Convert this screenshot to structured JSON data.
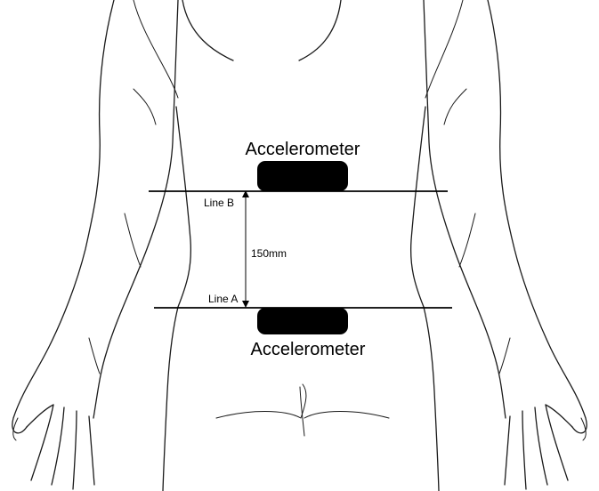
{
  "labels": {
    "sensor_upper": "Accelerometer",
    "sensor_lower": "Accelerometer",
    "line_b": "Line B",
    "line_a": "Line A",
    "distance": "150mm"
  }
}
